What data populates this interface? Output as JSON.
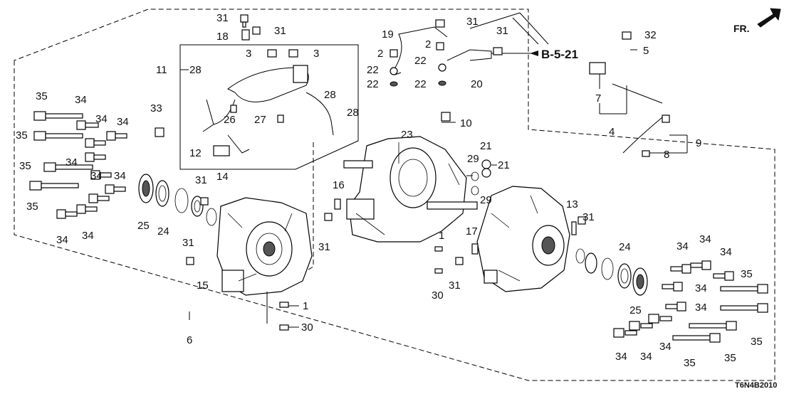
{
  "diagram": {
    "code": "T6N4B2010",
    "direction_label": "FR.",
    "reference": "B-5-21",
    "callouts": {
      "c1a": "1",
      "c1b": "1",
      "c2a": "2",
      "c2b": "2",
      "c3a": "3",
      "c3b": "3",
      "c4": "4",
      "c5": "5",
      "c6": "6",
      "c7": "7",
      "c8": "8",
      "c9": "9",
      "c10": "10",
      "c11": "11",
      "c12": "12",
      "c13": "13",
      "c14": "14",
      "c15": "15",
      "c16": "16",
      "c17": "17",
      "c18": "18",
      "c19": "19",
      "c20": "20",
      "c21a": "21",
      "c21b": "21",
      "c22a": "22",
      "c22b": "22",
      "c22c": "22",
      "c22d": "22",
      "c23": "23",
      "c24a": "24",
      "c24b": "24",
      "c25a": "25",
      "c25b": "25",
      "c26": "26",
      "c27": "27",
      "c28a": "28",
      "c28b": "28",
      "c28c": "28",
      "c29a": "29",
      "c29b": "29",
      "c30a": "30",
      "c30b": "30",
      "c31a": "31",
      "c31b": "31",
      "c31c": "31",
      "c31d": "31",
      "c31e": "31",
      "c31f": "31",
      "c31g": "31",
      "c31h": "31",
      "c31i": "31",
      "c32": "32",
      "c33": "33",
      "c34a": "34",
      "c34b": "34",
      "c34c": "34",
      "c34d": "34",
      "c34e": "34",
      "c34f": "34",
      "c34g": "34",
      "c34h": "34",
      "c34i": "34",
      "c34j": "34",
      "c34k": "34",
      "c34l": "34",
      "c34m": "34",
      "c34n": "34",
      "c34o": "34",
      "c34p": "34",
      "c35a": "35",
      "c35b": "35",
      "c35c": "35",
      "c35d": "35",
      "c35e": "35",
      "c35f": "35",
      "c35g": "35",
      "c35h": "35"
    }
  }
}
